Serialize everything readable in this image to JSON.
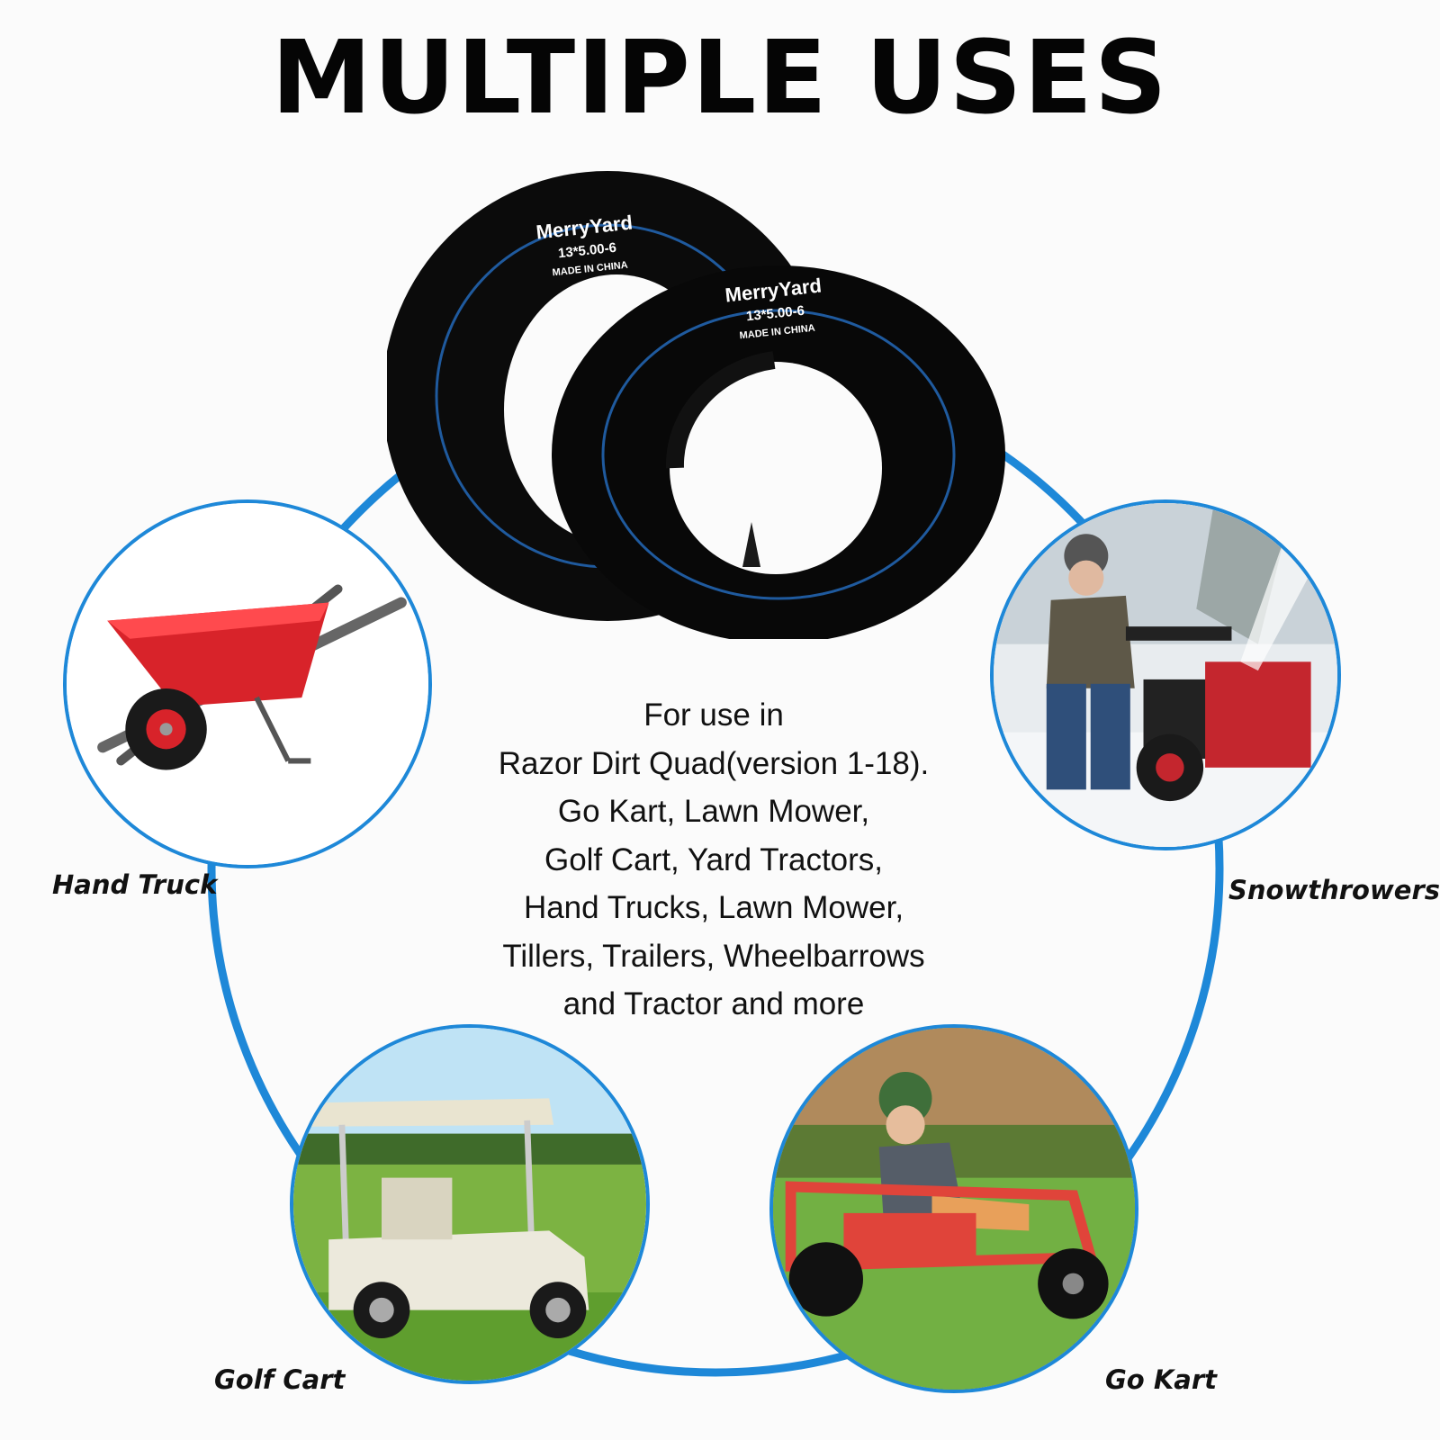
{
  "headline": "MULTIPLE USES",
  "description_lines": [
    "For use in",
    "Razor Dirt Quad(version 1-18).",
    "Go Kart, Lawn Mower,",
    "Golf Cart, Yard Tractors,",
    "Hand Trucks, Lawn Mower,",
    "Tillers, Trailers, Wheelbarrows",
    "and Tractor and more"
  ],
  "product": {
    "brand": "MerryYard",
    "size": "13*5.00-6",
    "origin": "MADE IN CHINA"
  },
  "uses": [
    {
      "label": "Hand Truck",
      "icon": "wheelbarrow-photo"
    },
    {
      "label": "Snowthrowers",
      "icon": "snowthrower-photo"
    },
    {
      "label": "Golf Cart",
      "icon": "golf-cart-photo"
    },
    {
      "label": "Go Kart",
      "icon": "go-kart-photo"
    }
  ],
  "colors": {
    "ring": "#1e88d8",
    "tube": "#0a0a0a",
    "tube_stripe": "#1f5a9e",
    "text": "#111111"
  }
}
